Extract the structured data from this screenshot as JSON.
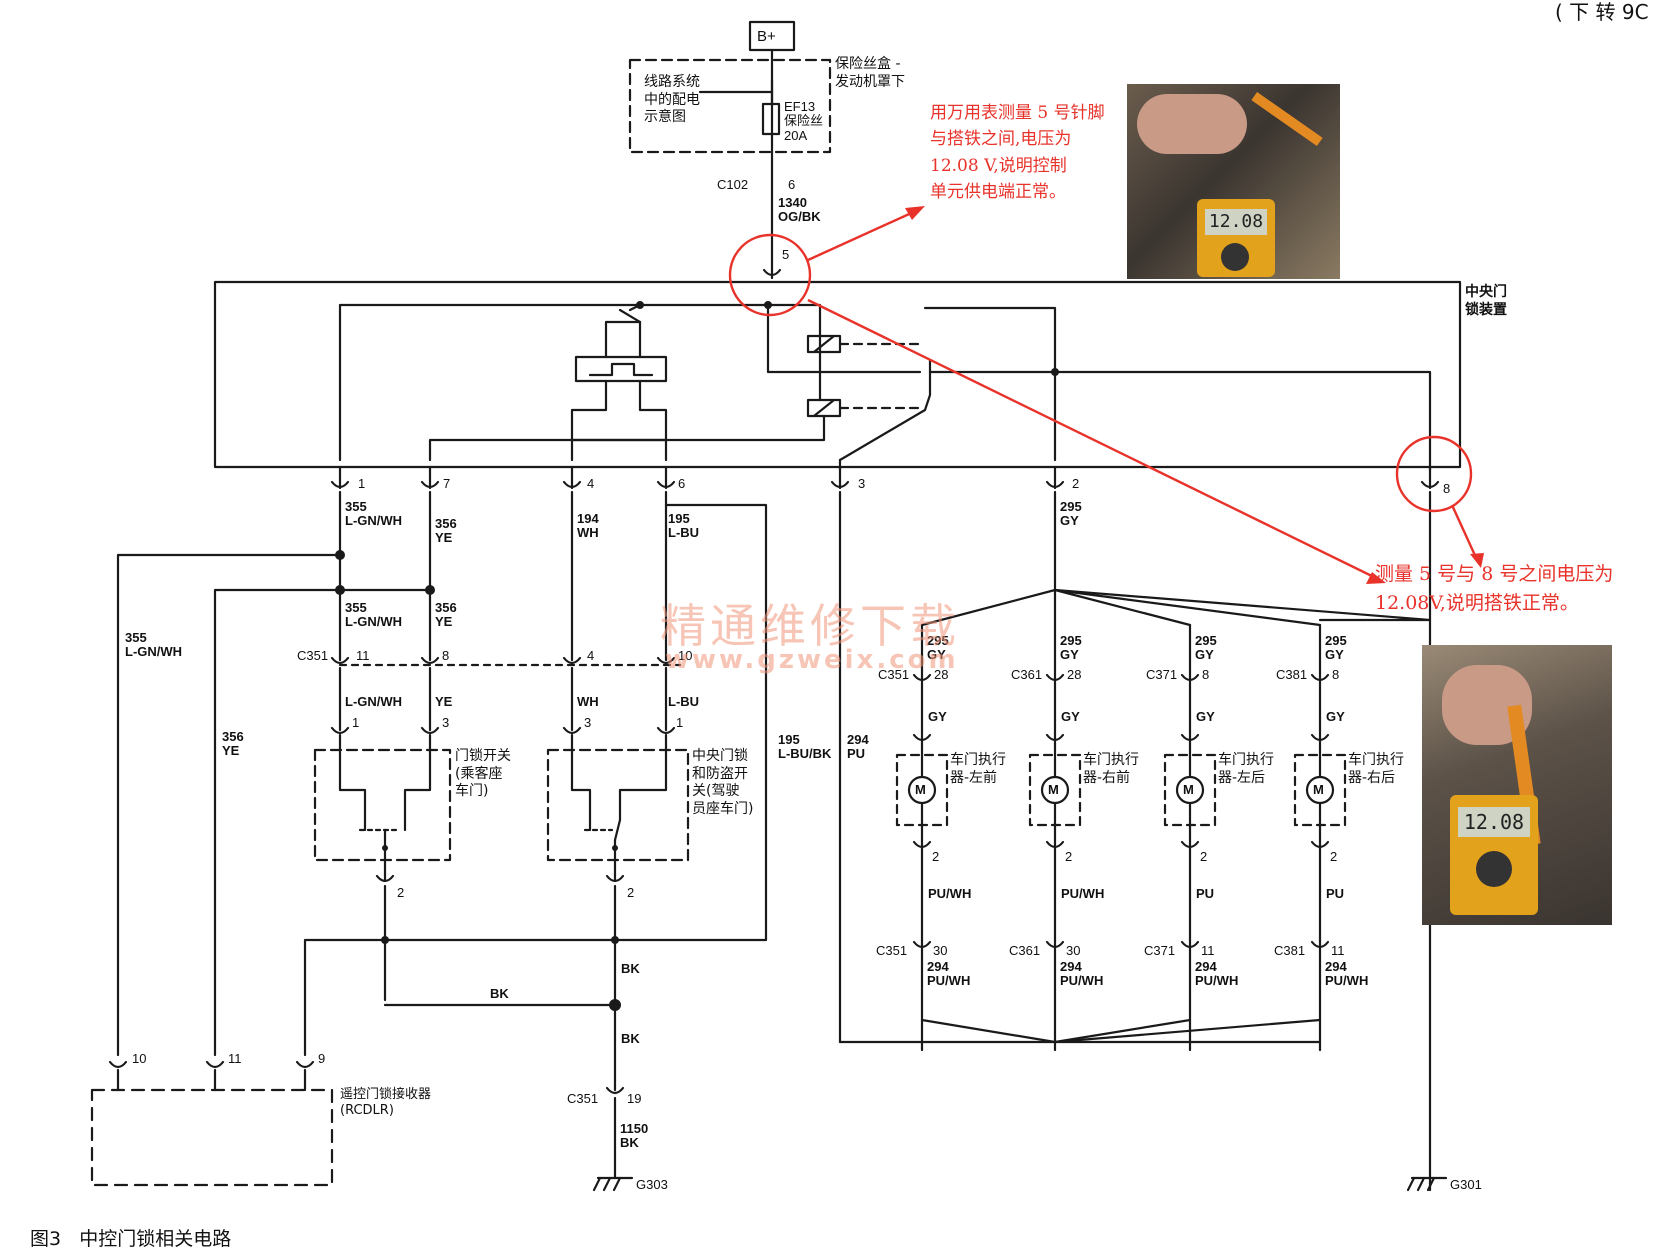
{
  "corner_text": "( 下 转 9C",
  "supply": {
    "b_plus": "B+",
    "fuse_box": "保险丝盒 -\n发动机罩下",
    "power_ref": "线路系统\n中的配电\n示意图",
    "fuse": "EF13\n保险丝\n20A",
    "connector": "C102",
    "pin": "6",
    "wire": "1340\nOG/BK"
  },
  "module": {
    "name": "中央门\n锁装置",
    "pins": {
      "p1": "1",
      "p7": "7",
      "p4": "4",
      "p6": "6",
      "p3": "3",
      "p2": "2",
      "p8": "8",
      "p5": "5"
    }
  },
  "wires": {
    "w1": "355\nL-GN/WH",
    "w7": "356\nYE",
    "w4": "194\nWH",
    "w6": "195\nL-BU",
    "w2": "295\nGY",
    "w355b": "355\nL-GN/WH",
    "w356b": "356\nYE",
    "w355c": "355\nL-GN/WH",
    "w356c": "356\nYE",
    "w195": "195\nL-BU/BK",
    "w294": "294\nPU"
  },
  "c351_row": {
    "connector": "C351",
    "pins": [
      "11",
      "8",
      "4",
      "10"
    ],
    "wires": [
      "L-GN/WH",
      "YE",
      "WH",
      "L-BU"
    ]
  },
  "switch_pins": {
    "a1": "1",
    "a3": "3",
    "b3": "3",
    "b1": "1",
    "a2": "2",
    "b2": "2"
  },
  "door_switch": "门锁开关\n(乘客座\n车门)",
  "central_switch": "中央门锁\n和防盗开\n关(驾驶\n员座车门)",
  "ground": {
    "bk1": "BK",
    "bk2": "BK",
    "bk3": "BK",
    "connector": "C351",
    "pin": "19",
    "wire": "1150\nBK",
    "g303": "G303",
    "g301": "G301"
  },
  "receiver": {
    "name": "遥控门锁接收器\n(RCDLR)",
    "pins": [
      "10",
      "11",
      "9"
    ]
  },
  "actuators": [
    {
      "top_wire": "295\nGY",
      "conn": "C351",
      "pin": "28",
      "gy": "GY",
      "label": "车门执行\n器-左前",
      "pin2": "2",
      "wire": "PU/WH",
      "conn2": "C351",
      "pin3": "30",
      "wire2": "294\nPU/WH"
    },
    {
      "top_wire": "295\nGY",
      "conn": "C361",
      "pin": "28",
      "gy": "GY",
      "label": "车门执行\n器-右前",
      "pin2": "2",
      "wire": "PU/WH",
      "conn2": "C361",
      "pin3": "30",
      "wire2": "294\nPU/WH"
    },
    {
      "top_wire": "295\nGY",
      "conn": "C371",
      "pin": "8",
      "gy": "GY",
      "label": "车门执行\n器-左后",
      "pin2": "2",
      "wire": "PU",
      "conn2": "C371",
      "pin3": "11",
      "wire2": "294\nPU/WH"
    },
    {
      "top_wire": "295\nGY",
      "conn": "C381",
      "pin": "8",
      "gy": "GY",
      "label": "车门执行\n器-右后",
      "pin2": "2",
      "wire": "PU",
      "conn2": "C381",
      "pin3": "11",
      "wire2": "294\nPU/WH"
    }
  ],
  "motor_symbol": "M",
  "annotations": {
    "note1": "用万用表测量 5 号针脚\n与搭铁之间,电压为\n12.08 V,说明控制\n单元供电端正常。",
    "note2": "测量 5 号与 8 号之间电压为\n12.08V,说明搭铁正常。"
  },
  "meter_readings": {
    "photo1": "12.08",
    "photo2": "12.08"
  },
  "watermark": {
    "line1": "精通维修下载",
    "line2": "www.gzweix.com"
  },
  "caption": "图3   中控门锁相关电路",
  "colors": {
    "line": "#1a1a1a",
    "annotation": "#e8322a",
    "watermark": "#f09678"
  }
}
